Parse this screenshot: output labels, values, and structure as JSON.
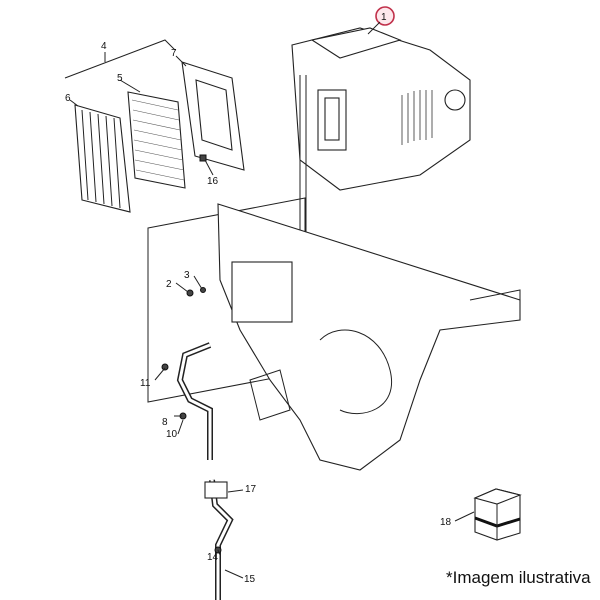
{
  "diagram": {
    "callouts": {
      "c1": "1",
      "c2": "2",
      "c3": "3",
      "c4": "4",
      "c5": "5",
      "c6": "6",
      "c7": "7",
      "c8": "8",
      "c10": "10",
      "c11": "11",
      "c14": "14",
      "c15": "15",
      "c16": "16",
      "c17": "17",
      "c18": "18"
    },
    "highlight_color": "#c0304a"
  },
  "caption": "*Imagem ilustrativa"
}
